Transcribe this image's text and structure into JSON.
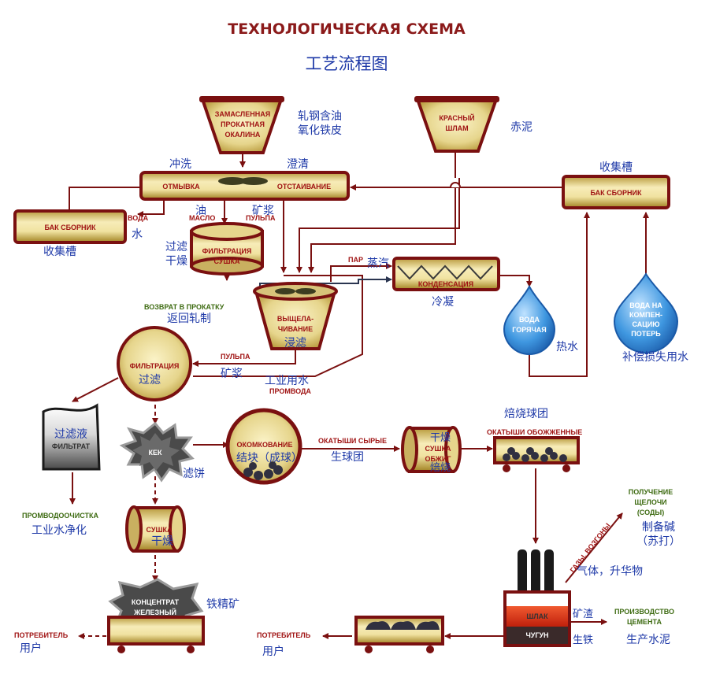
{
  "title": "ТЕХНОЛОГИЧЕСКАЯ СХЕМА",
  "title_cn": "工艺流程图",
  "nodes": {
    "scale_hopper": {
      "ru_lines": [
        "ЗАМАСЛЕННАЯ",
        "ПРОКАТНАЯ",
        "ОКАЛИНА"
      ],
      "cn_lines": [
        "轧钢含油",
        "氧化铁皮"
      ]
    },
    "red_mud_hopper": {
      "ru_lines": [
        "КРАСНЫЙ",
        "ШЛАМ"
      ],
      "cn": "赤泥"
    },
    "wash_tank": {
      "ru_left": "ОТМЫВКА",
      "ru_right": "ОТСТАИВАНИЕ",
      "cn_left": "冲洗",
      "cn_right": "澄清"
    },
    "collector_left": {
      "ru": "БАК СБОРНИК",
      "cn": "收集槽"
    },
    "collector_right": {
      "ru": "БАК СБОРНИК",
      "cn": "收集槽"
    },
    "filter_dryer": {
      "ru_lines": [
        "ФИЛЬТРАЦИЯ",
        "СУШКА"
      ],
      "cn_lines": [
        "过滤",
        "干燥"
      ]
    },
    "leaching": {
      "ru_lines": [
        "ВЫЩЕЛА-",
        "ЧИВАНИЕ"
      ],
      "cn": "浸滤"
    },
    "condenser": {
      "ru": "КОНДЕНСАЦИЯ",
      "cn": "冷凝"
    },
    "hot_water": {
      "ru_lines": [
        "ВОДА",
        "ГОРЯЧАЯ"
      ],
      "cn": "热水"
    },
    "makeup_water": {
      "ru_lines": [
        "ВОДА НА",
        "КОМПЕН-",
        "САЦИЮ",
        "ПОТЕРЬ"
      ],
      "cn": "补偿损失用水"
    },
    "filtration": {
      "ru": "ФИЛЬТРАЦИЯ",
      "cn": "过滤"
    },
    "filtrate": {
      "ru": "ФИЛЬТРАТ",
      "cn": "过滤液"
    },
    "cake": {
      "ru": "КЕК",
      "cn": "滤饼"
    },
    "pelletizing": {
      "ru": "ОКОМКОВАНИЕ",
      "cn": "结块（成球）"
    },
    "dry_fire": {
      "ru_lines": [
        "СУШКА",
        "ОБЖИГ"
      ],
      "cn_lines": [
        "干燥",
        "焙烧"
      ]
    },
    "roasted_pellets": {
      "ru": "ОКАТЫШИ ОБОЖЖЕННЫЕ",
      "cn": "焙烧球团"
    },
    "dryer2": {
      "ru": "СУШКА",
      "cn": "干燥"
    },
    "concentrate": {
      "ru_lines": [
        "КОНЦЕНТРАТ",
        "ЖЕЛЕЗНЫЙ"
      ],
      "cn": "铁精矿"
    },
    "furnace": {
      "ru_slag": "ШЛАК",
      "ru_iron": "ЧУГУН",
      "cn_slag": "矿渣",
      "cn_iron": "生铁"
    }
  },
  "labels": {
    "water": {
      "ru": "ВОДА",
      "cn": "水"
    },
    "oil": {
      "ru": "МАСЛО",
      "cn": "油"
    },
    "pulp_top": {
      "ru": "ПУЛЬПА",
      "cn": "矿浆"
    },
    "steam": {
      "ru": "ПАР",
      "cn": "蒸汽"
    },
    "return": {
      "ru": "ВОЗВРАТ В ПРОКАТКУ",
      "cn": "返回轧制"
    },
    "pulp_mid": {
      "ru": "ПУЛЬПА",
      "cn": "矿浆"
    },
    "process_water": {
      "ru": "ПРОМВОДА",
      "cn": "工业用水"
    },
    "green_pellets": {
      "ru": "ОКАТЫШИ СЫРЫЕ",
      "cn": "生球团"
    },
    "water_treatment": {
      "ru": "ПРОМВОДООЧИСТКА",
      "cn": "工业水净化"
    },
    "soda": {
      "ru_lines": [
        "ПОЛУЧЕНИЕ",
        "ЩЕЛОЧИ",
        "(СОДЫ)"
      ],
      "cn_lines": [
        "制备碱",
        "（苏打）"
      ]
    },
    "gases": {
      "ru": "ГАЗЫ, ВОЗГОНЫ",
      "cn": "气体，升华物"
    },
    "cement": {
      "ru_lines": [
        "ПРОИЗВОДСТВО",
        "ЦЕМЕНТА"
      ],
      "cn": "生产水泥"
    },
    "consumer_left": {
      "ru": "ПОТРЕБИТЕЛЬ",
      "cn": "用户"
    },
    "consumer_mid": {
      "ru": "ПОТРЕБИТЕЛЬ",
      "cn": "用户"
    }
  },
  "colors": {
    "gold_light": "#f3e6a4",
    "gold_dark": "#a08020",
    "frame": "#7a1010",
    "label_red": "#a01414",
    "cn_blue": "#1f3aa8",
    "water_blue": "#2f86d6",
    "slag_red": "#d83a1a"
  }
}
